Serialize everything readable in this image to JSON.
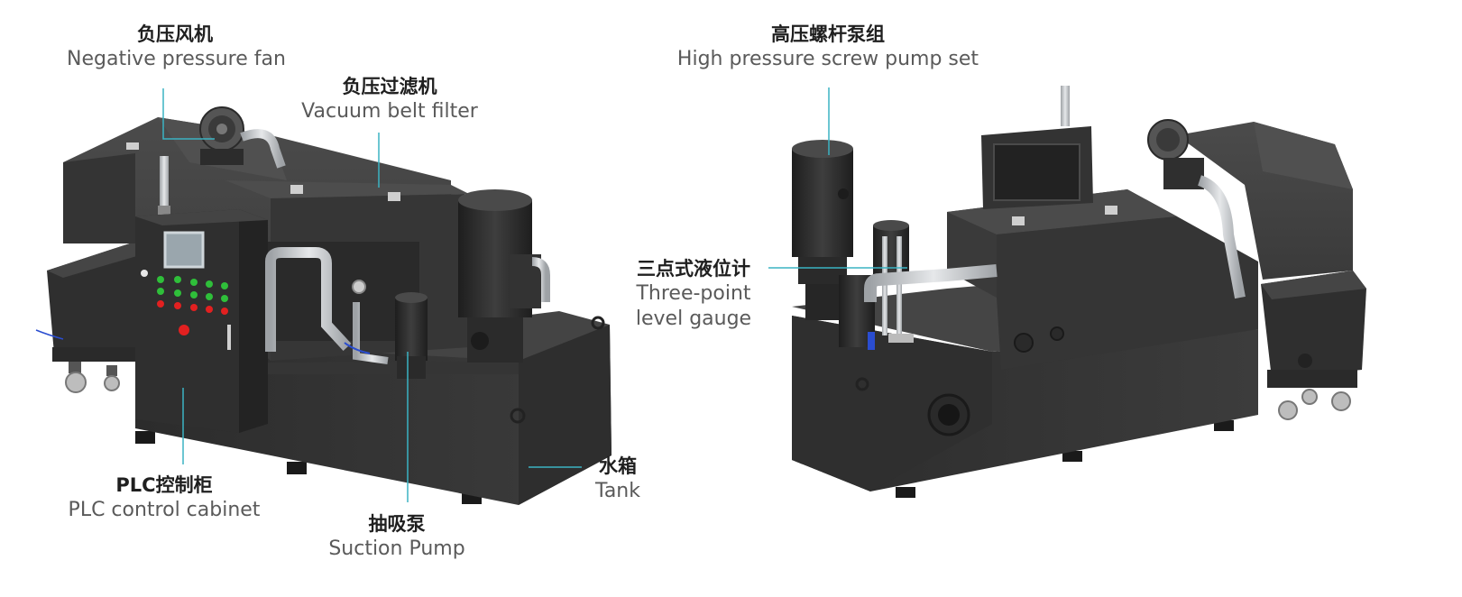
{
  "colors": {
    "machine_body": "#3a3a3a",
    "machine_dark": "#262626",
    "machine_light": "#4a4a4a",
    "pipe": "#c9ccd0",
    "leader_line": "#3bb3c3",
    "panel_green": "#2fbf3a",
    "panel_red": "#e22020"
  },
  "labels": {
    "fan": {
      "zh": "负压风机",
      "en": "Negative pressure fan"
    },
    "filter": {
      "zh": "负压过滤机",
      "en": "Vacuum belt filter"
    },
    "plc": {
      "zh": "PLC控制柜",
      "en": "PLC control cabinet"
    },
    "suction": {
      "zh": "抽吸泵",
      "en": "Suction Pump"
    },
    "tank": {
      "zh": "水箱",
      "en": "Tank"
    },
    "screw_pump": {
      "zh": "高压螺杆泵组",
      "en": "High pressure screw pump set"
    },
    "level_gauge": {
      "zh": "三点式液位计",
      "en_line1": "Three-point",
      "en_line2": "level gauge"
    }
  }
}
